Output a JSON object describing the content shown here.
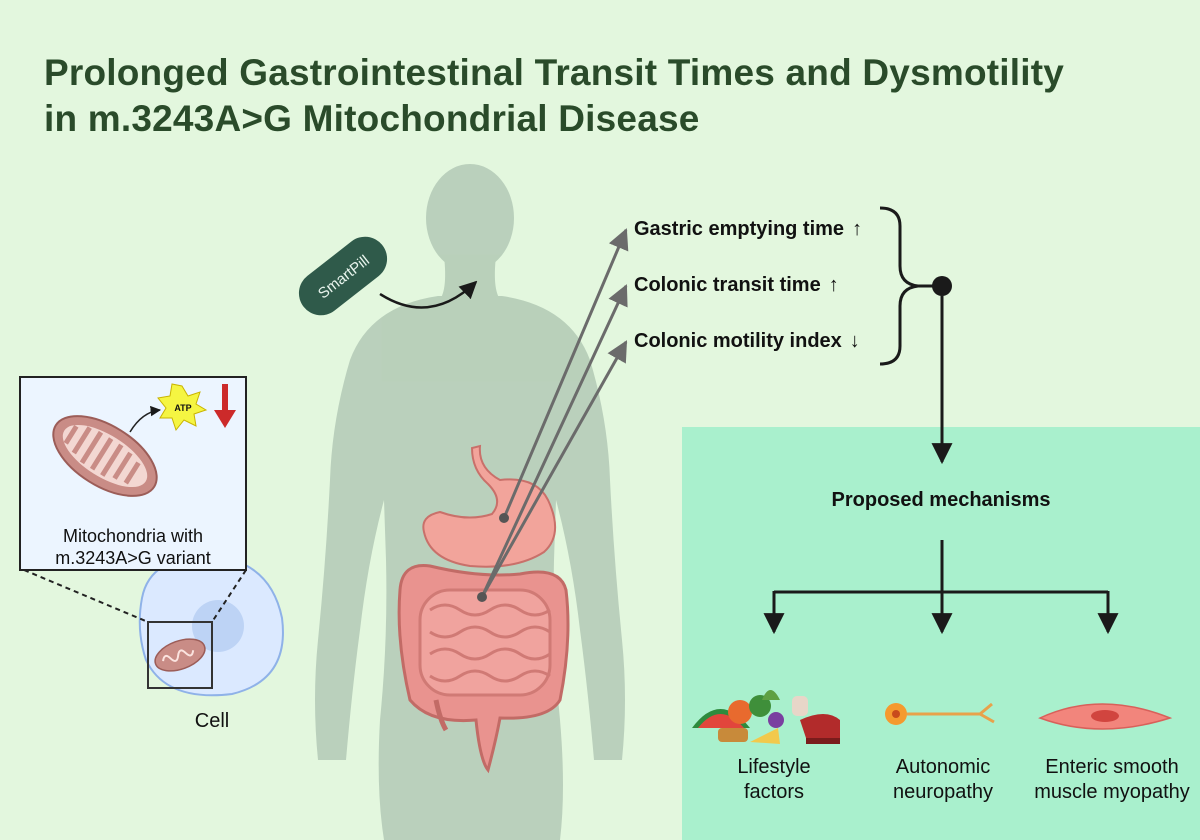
{
  "title": {
    "line1": "Prolonged Gastrointestinal Transit Times and Dysmotility",
    "line2": "in m.3243A>G Mitochondrial Disease"
  },
  "smartpill": {
    "label": "SmartPill"
  },
  "findings": [
    {
      "text": "Gastric emptying time",
      "arrow": "↑"
    },
    {
      "text": "Colonic transit time",
      "arrow": "↑"
    },
    {
      "text": "Colonic motility index",
      "arrow": "↓"
    }
  ],
  "mito_inset": {
    "atp_label": "ATP",
    "caption_line1": "Mitochondria with",
    "caption_line2": "m.3243A>G variant"
  },
  "cell": {
    "label": "Cell"
  },
  "mechanisms": {
    "heading": "Proposed mechanisms",
    "items": [
      {
        "line1": "Lifestyle",
        "line2": "factors"
      },
      {
        "line1": "Autonomic",
        "line2": "neuropathy"
      },
      {
        "line1": "Enteric smooth",
        "line2": "muscle myopathy"
      }
    ]
  },
  "colors": {
    "background": "#e3f7de",
    "mechanism_panel": "#a9f0cd",
    "title": "#2a4b2a",
    "body_silhouette": "#b7ceb9",
    "pill": "#2f5a4a",
    "atp_star": "#f5f542",
    "down_arrow": "#cc2a2a",
    "mitochondria": "#c98c86",
    "gut": "#e9938f",
    "cell_fill": "#d7e8ff"
  },
  "icons": [
    "down-arrow-icon",
    "atp-star-icon",
    "food-icon",
    "neuron-icon",
    "smooth-muscle-cell-icon"
  ]
}
